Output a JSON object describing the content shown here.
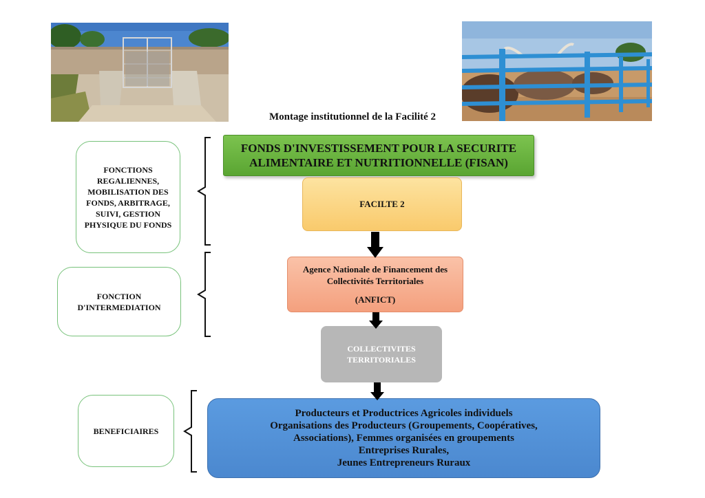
{
  "title": "Montage institutionnel de la Facilité 2",
  "side_labels": {
    "fonctions": "FONCTIONS REGALIENNES, MOBILISATION DES FONDS, ARBITRAGE, SUIVI, GESTION PHYSIQUE DU FONDS",
    "intermediation": "FONCTION D'INTERMEDIATION",
    "beneficiaires": "BENEFICIAIRES"
  },
  "flow": {
    "fisan": "FONDS D'INVESTISSEMENT POUR LA SECURITE ALIMENTAIRE ET NUTRITIONNELLE (FISAN)",
    "facilite": "FACILTE 2",
    "anfict_name": "Agence Nationale de Financement des Collectivités Territoriales",
    "anfict_acronym": "(ANFICT)",
    "collectivites": "COLLECTIVITES TERRITORIALES",
    "beneficiaries": [
      "Producteurs et Productrices Agricoles individuels",
      "Organisations des Producteurs (Groupements, Coopératives, Associations), Femmes organisées en groupements",
      "Entreprises Rurales,",
      "Jeunes Entrepreneurs Ruraux"
    ]
  },
  "photos": {
    "left": "irrigation-gate-photo",
    "right": "livestock-enclosure-photo"
  },
  "colors": {
    "green": "#6ab840",
    "yellow": "#fcd27e",
    "salmon": "#f6ab8a",
    "grey": "#b7b7b7",
    "blue": "#5493d8",
    "side_border": "#77c27a"
  }
}
